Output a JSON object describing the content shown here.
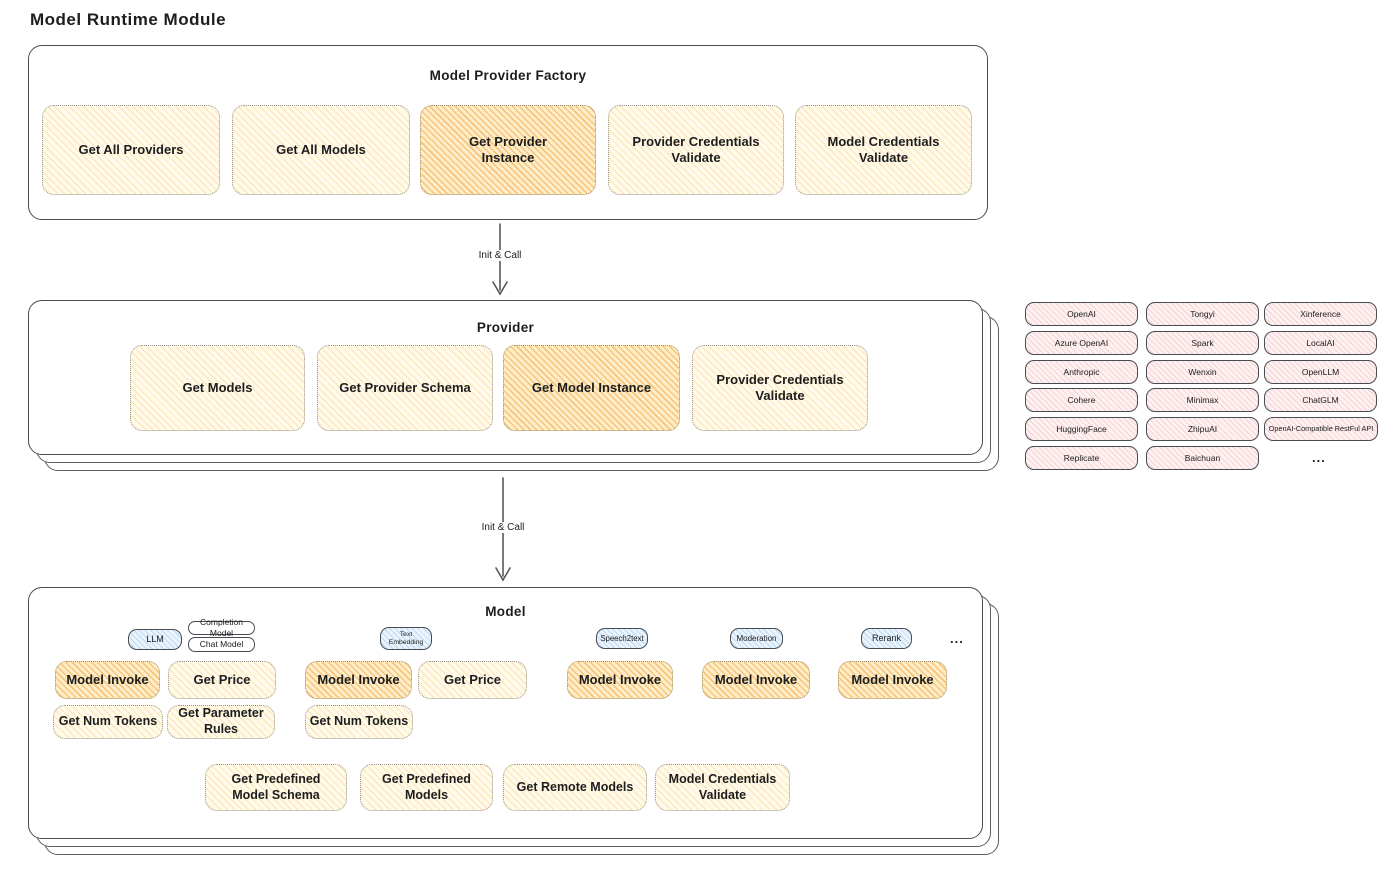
{
  "page": {
    "title": "Model Runtime Module"
  },
  "arrows": {
    "first_label": "Init & Call",
    "second_label": "Init & Call"
  },
  "colors": {
    "node_yellow": "#fffaec",
    "node_yellow_hatch": "#f6c856",
    "node_orange": "#fdeec9",
    "node_orange_hatch": "#f2992d",
    "node_pink": "#fdf1f1",
    "node_pink_hatch": "#eb9696",
    "node_blue": "#eaf4fc",
    "node_blue_hatch": "#78afe1",
    "panel_border": "#484d52",
    "text": "#1d1d1d"
  },
  "factory": {
    "title": "Model Provider Factory",
    "items": [
      {
        "label": "Get All Providers",
        "highlight": false
      },
      {
        "label": "Get All Models",
        "highlight": false
      },
      {
        "label": "Get Provider Instance",
        "highlight": true
      },
      {
        "label": "Provider Credentials Validate",
        "highlight": false
      },
      {
        "label": "Model Credentials Validate",
        "highlight": false
      }
    ]
  },
  "provider": {
    "title": "Provider",
    "items": [
      {
        "label": "Get Models",
        "highlight": false
      },
      {
        "label": "Get Provider Schema",
        "highlight": false
      },
      {
        "label": "Get Model Instance",
        "highlight": true
      },
      {
        "label": "Provider Credentials Validate",
        "highlight": false
      }
    ]
  },
  "vendors": {
    "items": [
      {
        "label": "OpenAI"
      },
      {
        "label": "Tongyi"
      },
      {
        "label": "Xinference"
      },
      {
        "label": "Azure OpenAI"
      },
      {
        "label": "Spark"
      },
      {
        "label": "LocalAI"
      },
      {
        "label": "Anthropic"
      },
      {
        "label": "Wenxin"
      },
      {
        "label": "OpenLLM"
      },
      {
        "label": "Cohere"
      },
      {
        "label": "Minimax"
      },
      {
        "label": "ChatGLM"
      },
      {
        "label": "HuggingFace"
      },
      {
        "label": "ZhipuAI"
      },
      {
        "label": "OpenAI-Compatible RestFul API"
      },
      {
        "label": "Replicate"
      },
      {
        "label": "Baichuan"
      }
    ],
    "more": "..."
  },
  "model": {
    "title": "Model",
    "tabs": {
      "llm": "LLM",
      "completion": "Completion Model",
      "chat": "Chat Model",
      "text_embedding": "Text Embedding",
      "speech2text": "Speech2text",
      "moderation": "Moderation",
      "rerank": "Rerank",
      "more": "..."
    },
    "ops": {
      "llm_invoke": "Model Invoke",
      "llm_price": "Get Price",
      "llm_tokens": "Get Num Tokens",
      "llm_params": "Get Parameter Rules",
      "te_invoke": "Model Invoke",
      "te_price": "Get Price",
      "te_tokens": "Get Num Tokens",
      "s2t_invoke": "Model Invoke",
      "mod_invoke": "Model Invoke",
      "rerank_invoke": "Model Invoke",
      "schema": "Get Predefined Model Schema",
      "predefined": "Get Predefined Models",
      "remote": "Get Remote Models",
      "validate": "Model Credentials Validate"
    }
  }
}
